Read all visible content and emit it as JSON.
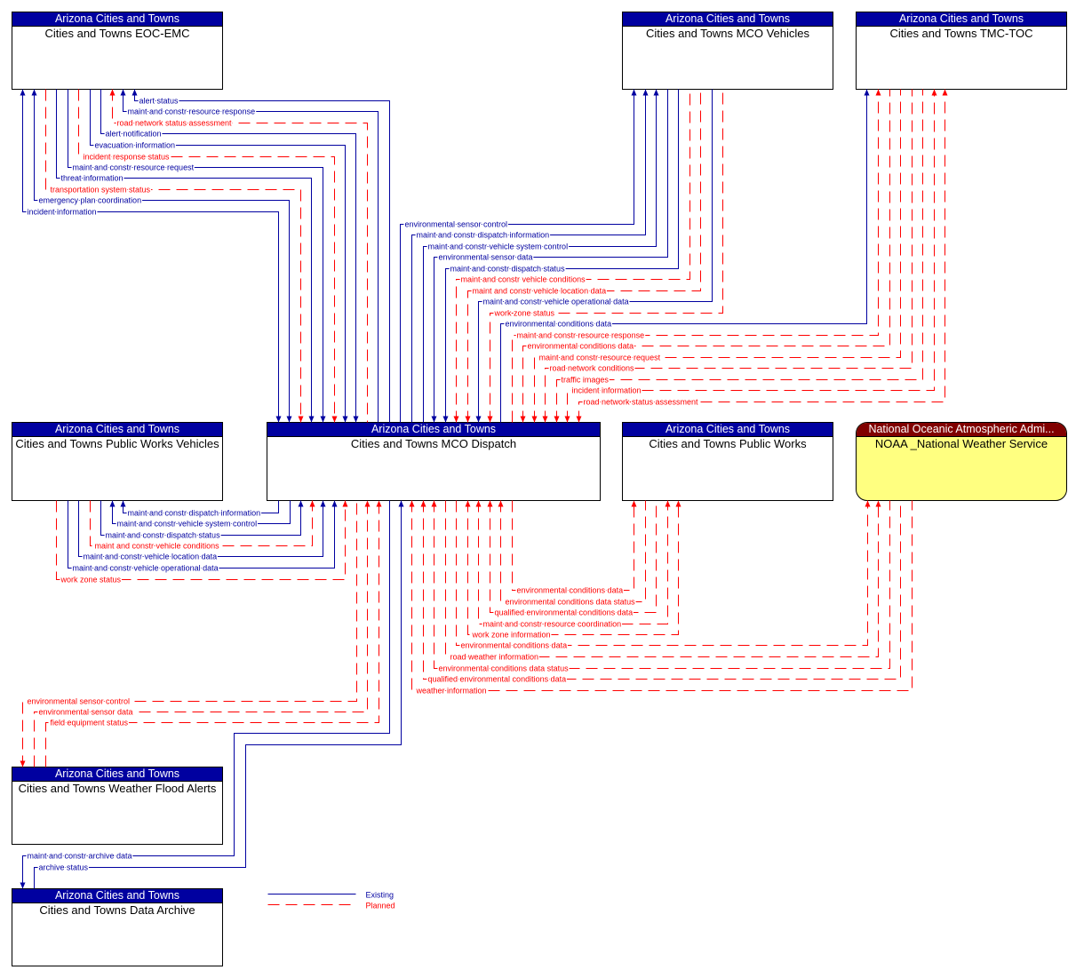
{
  "colors": {
    "existing": "#0000A0",
    "planned": "#FF0000",
    "header": "#0000A0",
    "noaa_header": "#800000",
    "noaa_fill": "#FFFF80"
  },
  "elements": {
    "eoc_emc": {
      "header": "Arizona Cities and Towns",
      "name": "Cities and Towns EOC-EMC"
    },
    "mco_vehicles": {
      "header": "Arizona Cities and Towns",
      "name": "Cities and Towns MCO Vehicles"
    },
    "tmc_toc": {
      "header": "Arizona Cities and Towns",
      "name": "Cities and Towns TMC-TOC"
    },
    "public_works_vehicles": {
      "header": "Arizona Cities and Towns",
      "name": "Cities and Towns Public Works Vehicles"
    },
    "mco_dispatch": {
      "header": "Arizona Cities and Towns",
      "name": "Cities and Towns MCO Dispatch"
    },
    "public_works": {
      "header": "Arizona Cities and Towns",
      "name": "Cities and Towns Public Works"
    },
    "noaa_nws": {
      "header": "National Oceanic Atmospheric Admi...",
      "name": "NOAA _National Weather Service"
    },
    "weather_flood_alerts": {
      "header": "Arizona Cities and Towns",
      "name": "Cities and Towns Weather Flood Alerts"
    },
    "data_archive": {
      "header": "Arizona Cities and Towns",
      "name": "Cities and Towns Data Archive"
    }
  },
  "flows": [
    {
      "label": "alert status",
      "status": "existing",
      "arrows": "start",
      "points": [
        [
          151,
          100
        ],
        [
          151,
          113
        ],
        [
          438,
          113
        ],
        [
          438,
          475
        ]
      ]
    },
    {
      "label": "maint and constr resource response",
      "status": "existing",
      "arrows": "start",
      "points": [
        [
          138,
          100
        ],
        [
          138,
          125
        ],
        [
          425,
          125
        ],
        [
          425,
          475
        ]
      ]
    },
    {
      "label": "road network status assessment",
      "status": "planned",
      "arrows": "start",
      "points": [
        [
          126,
          100
        ],
        [
          126,
          138
        ],
        [
          413,
          138
        ],
        [
          413,
          475
        ]
      ]
    },
    {
      "label": "alert notification",
      "status": "existing",
      "arrows": "end",
      "points": [
        [
          113,
          100
        ],
        [
          113,
          150
        ],
        [
          400,
          150
        ],
        [
          400,
          475
        ]
      ]
    },
    {
      "label": "evacuation information",
      "status": "existing",
      "arrows": "end",
      "points": [
        [
          101,
          100
        ],
        [
          101,
          163
        ],
        [
          388,
          163
        ],
        [
          388,
          475
        ]
      ]
    },
    {
      "label": "incident response status",
      "status": "planned",
      "arrows": "end",
      "points": [
        [
          88,
          100
        ],
        [
          88,
          176
        ],
        [
          376,
          176
        ],
        [
          376,
          475
        ]
      ]
    },
    {
      "label": "maint and constr resource request",
      "status": "existing",
      "arrows": "end",
      "points": [
        [
          76,
          100
        ],
        [
          76,
          188
        ],
        [
          363,
          188
        ],
        [
          363,
          475
        ]
      ]
    },
    {
      "label": "threat information",
      "status": "existing",
      "arrows": "end",
      "points": [
        [
          63,
          100
        ],
        [
          63,
          200
        ],
        [
          350,
          200
        ],
        [
          350,
          475
        ]
      ]
    },
    {
      "label": "transportation system status",
      "status": "planned",
      "arrows": "end",
      "points": [
        [
          51,
          100
        ],
        [
          51,
          213
        ],
        [
          338,
          213
        ],
        [
          338,
          475
        ]
      ]
    },
    {
      "label": "emergency plan coordination",
      "status": "existing",
      "arrows": "both",
      "points": [
        [
          38,
          100
        ],
        [
          38,
          225
        ],
        [
          325,
          225
        ],
        [
          325,
          475
        ]
      ]
    },
    {
      "label": "incident information",
      "status": "existing",
      "arrows": "both",
      "points": [
        [
          25,
          100
        ],
        [
          25,
          238
        ],
        [
          313,
          238
        ],
        [
          313,
          475
        ]
      ]
    },
    {
      "label": "environmental sensor control",
      "status": "existing",
      "arrows": "end",
      "points": [
        [
          450,
          475
        ],
        [
          450,
          252
        ],
        [
          713,
          252
        ],
        [
          713,
          100
        ]
      ]
    },
    {
      "label": "maint and constr dispatch information",
      "status": "existing",
      "arrows": "end",
      "points": [
        [
          463,
          475
        ],
        [
          463,
          264
        ],
        [
          726,
          264
        ],
        [
          726,
          100
        ]
      ]
    },
    {
      "label": "maint and constr vehicle system control",
      "status": "existing",
      "arrows": "end",
      "points": [
        [
          476,
          475
        ],
        [
          476,
          277
        ],
        [
          738,
          277
        ],
        [
          738,
          100
        ]
      ]
    },
    {
      "label": "environmental sensor data",
      "status": "existing",
      "arrows": "start",
      "points": [
        [
          488,
          475
        ],
        [
          488,
          289
        ],
        [
          751,
          289
        ],
        [
          751,
          100
        ]
      ]
    },
    {
      "label": "maint and constr dispatch status",
      "status": "existing",
      "arrows": "start",
      "points": [
        [
          501,
          475
        ],
        [
          501,
          302
        ],
        [
          763,
          302
        ],
        [
          763,
          100
        ]
      ]
    },
    {
      "label": "maint and constr vehicle conditions",
      "status": "planned",
      "arrows": "start",
      "points": [
        [
          513,
          475
        ],
        [
          513,
          314
        ],
        [
          776,
          314
        ],
        [
          776,
          100
        ]
      ]
    },
    {
      "label": "maint and constr vehicle location data",
      "status": "planned",
      "arrows": "start",
      "points": [
        [
          526,
          475
        ],
        [
          526,
          327
        ],
        [
          788,
          327
        ],
        [
          788,
          100
        ]
      ]
    },
    {
      "label": "maint and constr vehicle operational data",
      "status": "existing",
      "arrows": "start",
      "points": [
        [
          538,
          475
        ],
        [
          538,
          339
        ],
        [
          801,
          339
        ],
        [
          801,
          100
        ]
      ]
    },
    {
      "label": "work zone status",
      "status": "planned",
      "arrows": "start",
      "points": [
        [
          551,
          475
        ],
        [
          551,
          352
        ],
        [
          813,
          352
        ],
        [
          813,
          100
        ]
      ]
    },
    {
      "label": "environmental conditions data",
      "status": "existing",
      "arrows": "end",
      "points": [
        [
          563,
          475
        ],
        [
          563,
          364
        ],
        [
          975,
          364
        ],
        [
          975,
          100
        ]
      ]
    },
    {
      "label": "maint and constr resource response",
      "status": "planned",
      "arrows": "end",
      "points": [
        [
          576,
          475
        ],
        [
          576,
          377
        ],
        [
          988,
          377
        ],
        [
          988,
          100
        ]
      ]
    },
    {
      "label": "environmental conditions data",
      "status": "planned",
      "arrows": "start",
      "points": [
        [
          588,
          475
        ],
        [
          588,
          389
        ],
        [
          1001,
          389
        ],
        [
          1001,
          100
        ]
      ]
    },
    {
      "label": "maint and constr resource request",
      "status": "planned",
      "arrows": "start",
      "points": [
        [
          601,
          475
        ],
        [
          601,
          402
        ],
        [
          1013,
          402
        ],
        [
          1013,
          100
        ]
      ]
    },
    {
      "label": "road network conditions",
      "status": "planned",
      "arrows": "start",
      "points": [
        [
          613,
          475
        ],
        [
          613,
          414
        ],
        [
          1026,
          414
        ],
        [
          1026,
          100
        ]
      ]
    },
    {
      "label": "traffic images",
      "status": "planned",
      "arrows": "start",
      "points": [
        [
          626,
          475
        ],
        [
          626,
          427
        ],
        [
          1038,
          427
        ],
        [
          1038,
          100
        ]
      ]
    },
    {
      "label": "incident information",
      "status": "planned",
      "arrows": "both",
      "points": [
        [
          638,
          475
        ],
        [
          638,
          439
        ],
        [
          1051,
          439
        ],
        [
          1051,
          100
        ]
      ]
    },
    {
      "label": "road network status assessment",
      "status": "planned",
      "arrows": "both",
      "points": [
        [
          651,
          475
        ],
        [
          651,
          452
        ],
        [
          1063,
          452
        ],
        [
          1063,
          100
        ]
      ]
    },
    {
      "label": "maint and constr dispatch information",
      "status": "existing",
      "arrows": "start",
      "points": [
        [
          138,
          563
        ],
        [
          138,
          577
        ],
        [
          313,
          577
        ],
        [
          313,
          563
        ]
      ]
    },
    {
      "label": "maint and constr vehicle system control",
      "status": "existing",
      "arrows": "start",
      "points": [
        [
          126,
          563
        ],
        [
          126,
          589
        ],
        [
          326,
          589
        ],
        [
          326,
          563
        ]
      ]
    },
    {
      "label": "maint and constr dispatch status",
      "status": "existing",
      "arrows": "end",
      "points": [
        [
          113,
          563
        ],
        [
          113,
          602
        ],
        [
          338,
          602
        ],
        [
          338,
          563
        ]
      ]
    },
    {
      "label": "maint and constr vehicle conditions",
      "status": "planned",
      "arrows": "end",
      "points": [
        [
          101,
          563
        ],
        [
          101,
          614
        ],
        [
          351,
          614
        ],
        [
          351,
          563
        ]
      ]
    },
    {
      "label": "maint and constr vehicle location data",
      "status": "existing",
      "arrows": "end",
      "points": [
        [
          88,
          563
        ],
        [
          88,
          626
        ],
        [
          363,
          626
        ],
        [
          363,
          563
        ]
      ]
    },
    {
      "label": "maint and constr vehicle operational data",
      "status": "existing",
      "arrows": "end",
      "points": [
        [
          76,
          563
        ],
        [
          76,
          639
        ],
        [
          376,
          639
        ],
        [
          376,
          563
        ]
      ]
    },
    {
      "label": "work zone status",
      "status": "planned",
      "arrows": "end",
      "points": [
        [
          63,
          563
        ],
        [
          63,
          652
        ],
        [
          388,
          652
        ],
        [
          388,
          563
        ]
      ]
    },
    {
      "label": "environmental sensor control",
      "status": "planned",
      "arrows": "start",
      "points": [
        [
          25,
          863
        ],
        [
          25,
          789
        ],
        [
          401,
          789
        ],
        [
          401,
          563
        ]
      ]
    },
    {
      "label": "environmental sensor data",
      "status": "planned",
      "arrows": "end",
      "points": [
        [
          38,
          863
        ],
        [
          38,
          801
        ],
        [
          413,
          801
        ],
        [
          413,
          563
        ]
      ]
    },
    {
      "label": "field equipment status",
      "status": "planned",
      "arrows": "end",
      "points": [
        [
          51,
          863
        ],
        [
          51,
          813
        ],
        [
          426,
          813
        ],
        [
          426,
          563
        ]
      ]
    },
    {
      "label": "maint and constr archive data",
      "status": "existing",
      "arrows": "start",
      "points": [
        [
          25,
          1000
        ],
        [
          25,
          963
        ],
        [
          263,
          963
        ],
        [
          263,
          825
        ],
        [
          438,
          825
        ],
        [
          438,
          563
        ]
      ]
    },
    {
      "label": "archive status",
      "status": "existing",
      "arrows": "end",
      "points": [
        [
          38,
          1000
        ],
        [
          38,
          976
        ],
        [
          276,
          976
        ],
        [
          276,
          838
        ],
        [
          451,
          838
        ],
        [
          451,
          563
        ]
      ]
    },
    {
      "label": "environmental conditions data",
      "status": "planned",
      "arrows": "end",
      "points": [
        [
          576,
          563
        ],
        [
          576,
          664
        ],
        [
          713,
          664
        ],
        [
          713,
          563
        ]
      ]
    },
    {
      "label": "environmental conditions data status",
      "status": "planned",
      "arrows": "start",
      "points": [
        [
          563,
          563
        ],
        [
          563,
          677
        ],
        [
          726,
          677
        ],
        [
          726,
          563
        ]
      ]
    },
    {
      "label": "qualified environmental conditions data",
      "status": "planned",
      "arrows": "start",
      "points": [
        [
          551,
          563
        ],
        [
          551,
          689
        ],
        [
          738,
          689
        ],
        [
          738,
          563
        ]
      ]
    },
    {
      "label": "maint and constr resource coordination",
      "status": "planned",
      "arrows": "both",
      "points": [
        [
          538,
          563
        ],
        [
          538,
          702
        ],
        [
          751,
          702
        ],
        [
          751,
          563
        ]
      ]
    },
    {
      "label": "work zone information",
      "status": "planned",
      "arrows": "both",
      "points": [
        [
          526,
          563
        ],
        [
          526,
          714
        ],
        [
          763,
          714
        ],
        [
          763,
          563
        ]
      ]
    },
    {
      "label": "environmental conditions data",
      "status": "planned",
      "arrows": "end",
      "points": [
        [
          513,
          563
        ],
        [
          513,
          726
        ],
        [
          976,
          726
        ],
        [
          976,
          563
        ]
      ]
    },
    {
      "label": "road weather information",
      "status": "planned",
      "arrows": "end",
      "points": [
        [
          501,
          563
        ],
        [
          501,
          739
        ],
        [
          988,
          739
        ],
        [
          988,
          563
        ]
      ]
    },
    {
      "label": "environmental conditions data status",
      "status": "planned",
      "arrows": "start",
      "points": [
        [
          488,
          563
        ],
        [
          488,
          752
        ],
        [
          1001,
          752
        ],
        [
          1001,
          563
        ]
      ]
    },
    {
      "label": "qualified environmental conditions data",
      "status": "planned",
      "arrows": "start",
      "points": [
        [
          476,
          563
        ],
        [
          476,
          764
        ],
        [
          1013,
          764
        ],
        [
          1013,
          563
        ]
      ]
    },
    {
      "label": "weather information",
      "status": "planned",
      "arrows": "start",
      "points": [
        [
          463,
          563
        ],
        [
          463,
          777
        ],
        [
          1026,
          777
        ],
        [
          1026,
          563
        ]
      ]
    }
  ],
  "legend": {
    "existing": "Existing",
    "planned": "Planned"
  }
}
